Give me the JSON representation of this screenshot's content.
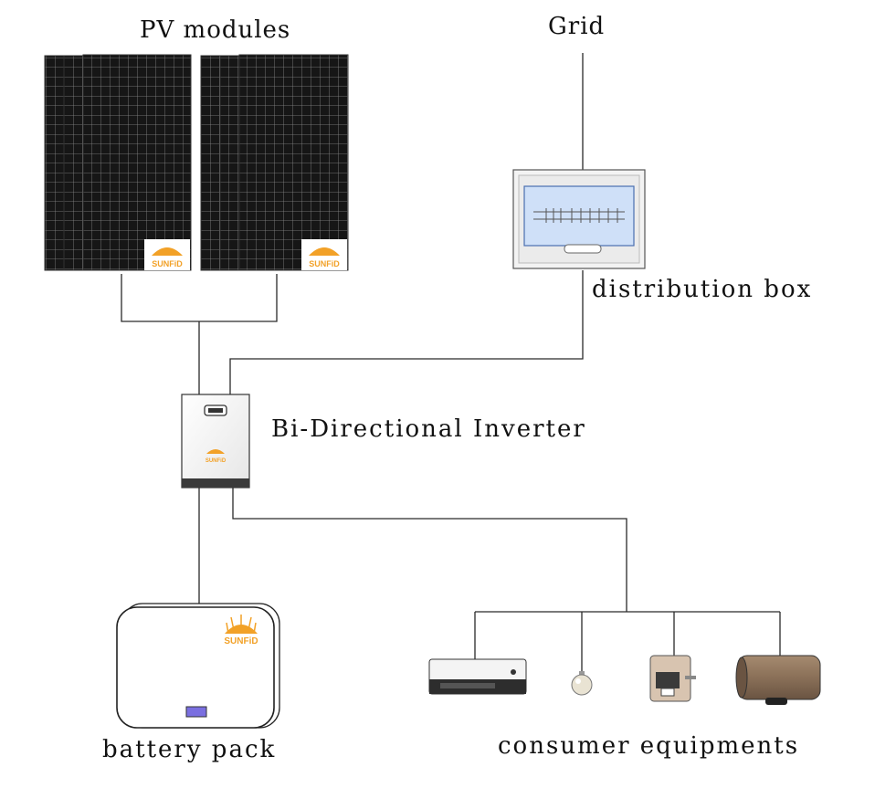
{
  "labels": {
    "pv_modules": "PV modules",
    "grid": "Grid",
    "distribution_box": "distribution box",
    "inverter": "Bi-Directional Inverter",
    "battery": "battery pack",
    "consumers": "consumer equipments"
  },
  "brand": {
    "logo_text": "SUNFiD"
  },
  "icons": [
    "solar-panel-icon",
    "distribution-box-icon",
    "inverter-icon",
    "battery-icon",
    "air-conditioner-icon",
    "lamp-icon",
    "coffee-machine-icon",
    "water-heater-icon"
  ],
  "colors": {
    "panel": "#161616",
    "panel_grid": "#8a8a8a",
    "line": "#2a2a2a",
    "breaker_window": "#cfe0f8",
    "battery_indicator": "#7a6fe0",
    "logo_orange": "#f2a127",
    "heater": "#8a7058"
  }
}
